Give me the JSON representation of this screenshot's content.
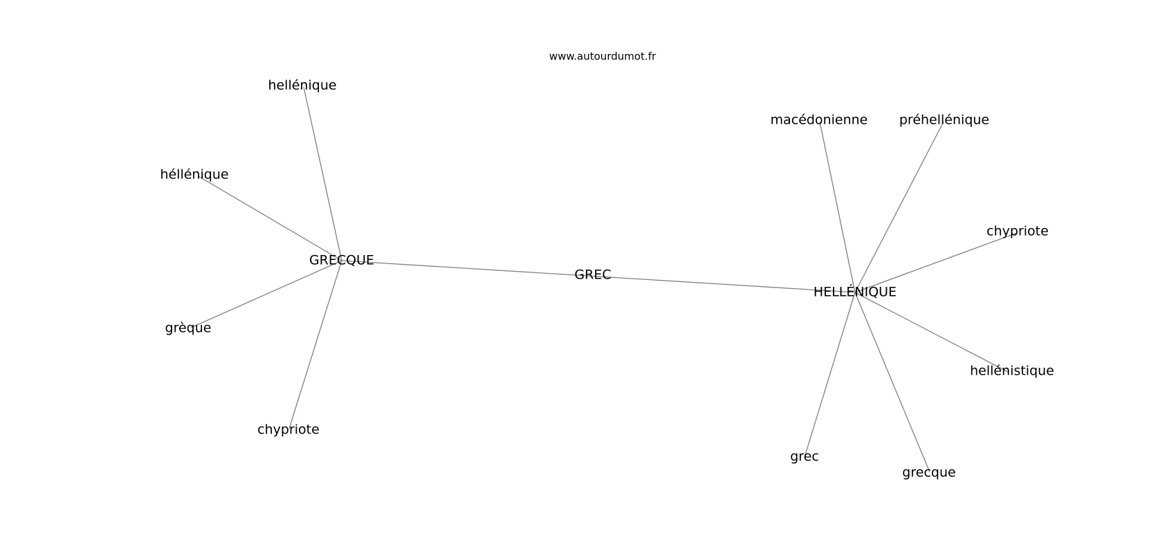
{
  "watermark": "www.autourdumot.fr",
  "colors": {
    "edge": "#808080",
    "label": "#000000",
    "background": "#ffffff"
  },
  "graph": {
    "nodes": [
      {
        "id": "grec",
        "label": "GREC"
      },
      {
        "id": "grecque_hub",
        "label": "GRECQUE"
      },
      {
        "id": "hellenique_hub",
        "label": "HELLÉNIQUE"
      },
      {
        "id": "g_hellenique",
        "label": "hellénique"
      },
      {
        "id": "g_hhellenique",
        "label": "héllénique"
      },
      {
        "id": "g_greque",
        "label": "grèque"
      },
      {
        "id": "g_chypriote",
        "label": "chypriote"
      },
      {
        "id": "h_macedonienne",
        "label": "macédonienne"
      },
      {
        "id": "h_prehellenique",
        "label": "préhellénique"
      },
      {
        "id": "h_chypriote",
        "label": "chypriote"
      },
      {
        "id": "h_hellenistique",
        "label": "hellénistique"
      },
      {
        "id": "h_grecque",
        "label": "grecque"
      },
      {
        "id": "h_grec",
        "label": "grec"
      }
    ],
    "edges": [
      {
        "from": "grecque_hub",
        "to": "hellenique_hub"
      },
      {
        "from": "grecque_hub",
        "to": "g_hellenique"
      },
      {
        "from": "grecque_hub",
        "to": "g_hhellenique"
      },
      {
        "from": "grecque_hub",
        "to": "g_greque"
      },
      {
        "from": "grecque_hub",
        "to": "g_chypriote"
      },
      {
        "from": "hellenique_hub",
        "to": "h_macedonienne"
      },
      {
        "from": "hellenique_hub",
        "to": "h_prehellenique"
      },
      {
        "from": "hellenique_hub",
        "to": "h_chypriote"
      },
      {
        "from": "hellenique_hub",
        "to": "h_hellenistique"
      },
      {
        "from": "hellenique_hub",
        "to": "h_grecque"
      },
      {
        "from": "hellenique_hub",
        "to": "h_grec"
      }
    ]
  }
}
